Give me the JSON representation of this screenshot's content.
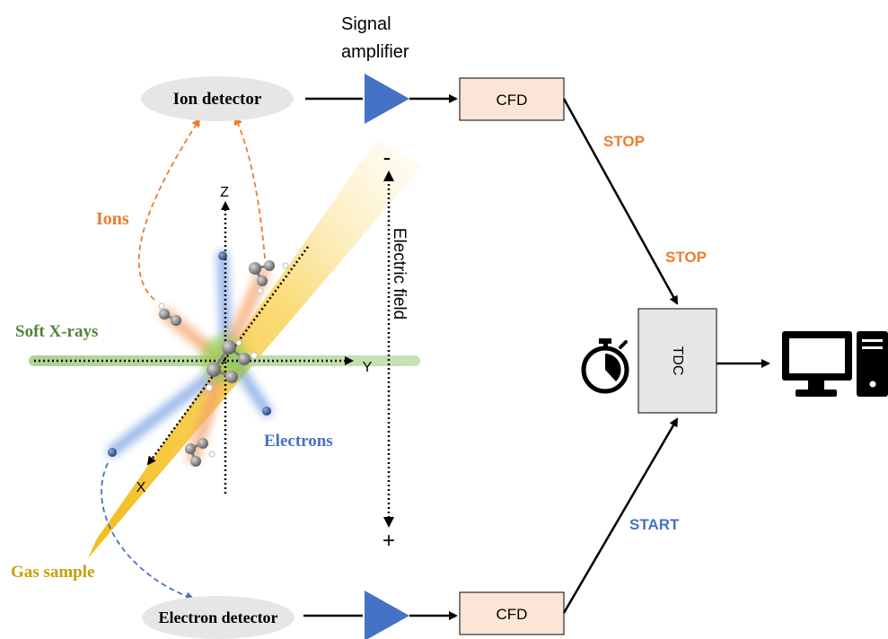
{
  "labels": {
    "signal_amplifier_line1": "Signal",
    "signal_amplifier_line2": "amplifier",
    "ion_detector": "Ion detector",
    "electron_detector": "Electron detector",
    "cfd_top": "CFD",
    "cfd_bottom": "CFD",
    "tdc": "TDC",
    "stop_upper": "STOP",
    "stop_lower": "STOP",
    "start": "START",
    "ions": "Ions",
    "electrons": "Electrons",
    "soft_xrays": "Soft X-rays",
    "gas_sample": "Gas sample",
    "electric_field": "Electric field",
    "minus_sign": "-",
    "plus_sign": "+",
    "axis_z": "Z",
    "axis_y": "Y",
    "axis_x": "X"
  },
  "colors": {
    "ion_orange": "#ed7d31",
    "electron_blue": "#4472c4",
    "xray_green": "#548235",
    "gas_gold": "#c9a000",
    "amplifier_blue": "#4472c4",
    "cfd_fill": "#fbe5d6",
    "tdc_fill": "#e7e6e6",
    "detector_fill": "#e7e6e6"
  },
  "icons": {
    "stopwatch": "stopwatch-icon",
    "computer": "computer-icon"
  }
}
